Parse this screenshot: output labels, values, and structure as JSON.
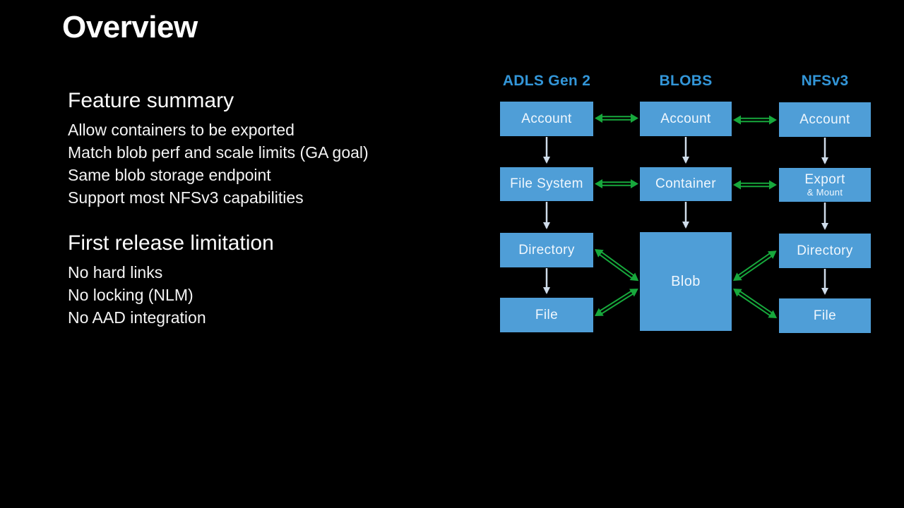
{
  "title": "Overview",
  "sections": [
    {
      "heading": "Feature summary",
      "items": [
        "Allow containers to be exported",
        "Match blob perf and scale limits (GA goal)",
        "Same blob storage endpoint",
        "Support most NFSv3 capabilities"
      ]
    },
    {
      "heading": "First release limitation",
      "items": [
        "No hard links",
        "No locking (NLM)",
        "No AAD integration"
      ]
    }
  ],
  "diagram": {
    "columns": [
      {
        "header": "ADLS Gen 2",
        "boxes": [
          "Account",
          "File System",
          "Directory",
          "File"
        ]
      },
      {
        "header": "BLOBS",
        "boxes": [
          "Account",
          "Container",
          "Blob"
        ]
      },
      {
        "header": "NFSv3",
        "boxes": [
          "Account",
          "Export",
          "Directory",
          "File"
        ],
        "export_sub": "& Mount"
      }
    ],
    "colors": {
      "background": "#000000",
      "box_fill": "#4f9ed7",
      "header_text": "#3396d8",
      "bidirectional_arrow_green": "#17a83c",
      "hierarchy_arrow_light": "#cfdcea",
      "box_text": "#f0f7fd",
      "body_text": "#ffffff"
    }
  }
}
